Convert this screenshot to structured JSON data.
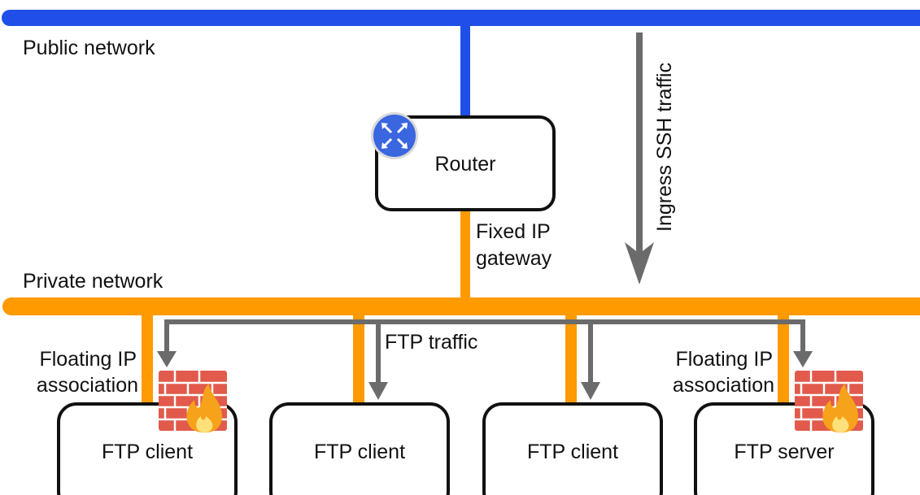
{
  "networks": {
    "public_label": "Public network",
    "private_label": "Private network"
  },
  "router": {
    "label": "Router",
    "icon": "router-icon"
  },
  "labels": {
    "fixed_ip_line1": "Fixed IP",
    "fixed_ip_line2": "gateway",
    "ingress": "Ingress SSH traffic",
    "ftp_traffic": "FTP traffic",
    "floating_left_line1": "Floating IP",
    "floating_left_line2": "association",
    "floating_right_line1": "Floating IP",
    "floating_right_line2": "association"
  },
  "nodes": [
    {
      "label": "FTP client",
      "firewall": true,
      "firewall_icon": "firewall-icon"
    },
    {
      "label": "FTP client",
      "firewall": false
    },
    {
      "label": "FTP client",
      "firewall": false
    },
    {
      "label": "FTP server",
      "firewall": true,
      "firewall_icon": "firewall-icon"
    }
  ],
  "colors": {
    "public_network": "#1f4fe8",
    "private_network": "#ff9a00",
    "traffic_arrow": "#6b6b6b",
    "box_stroke": "#111111",
    "router_icon": "#3a66e0",
    "firewall_brick": "#e15a4b",
    "flame": "#f6a21a"
  }
}
